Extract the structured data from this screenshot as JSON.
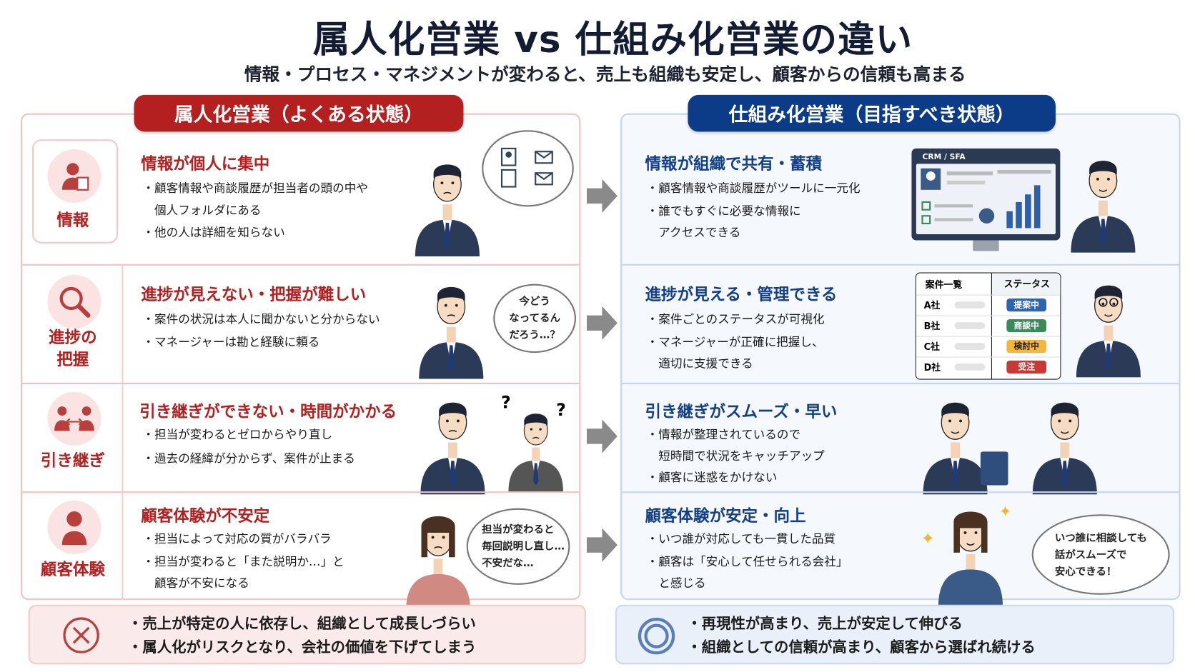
{
  "title": "属人化営業 vs 仕組み化営業の違い",
  "subtitle": "情報・プロセス・マネジメントが変わると、売上も組織も安定し、顧客からの信頼も高まる",
  "left": {
    "header": "属人化営業（よくある状態）",
    "color": "#b3201f",
    "rows": [
      {
        "icon_label": "情報",
        "heading": "情報が個人に集中",
        "bullets": [
          "・顧客情報や商談履歴が担当者の頭の中や",
          "　個人フォルダにある",
          "・他の人は詳細を知らない"
        ]
      },
      {
        "icon_label_1": "進捗の",
        "icon_label_2": "把握",
        "heading": "進捗が見えない・把握が難しい",
        "bullets": [
          "・案件の状況は本人に聞かないと分からない",
          "・マネージャーは勘と経験に頼る"
        ],
        "bubble": [
          "今どう",
          "なってるん",
          "だろう…？"
        ]
      },
      {
        "icon_label": "引き継ぎ",
        "heading": "引き継ぎができない・時間がかかる",
        "bullets": [
          "・担当が変わるとゼロからやり直し",
          "・過去の経緯が分からず、案件が止まる"
        ]
      },
      {
        "icon_label": "顧客体験",
        "heading": "顧客体験が不安定",
        "bullets": [
          "・担当によって対応の質がバラバラ",
          "・担当が変わると「また説明か…」と",
          "　顧客が不安になる"
        ],
        "bubble": [
          "担当が変わると",
          "毎回説明し直し…",
          "不安だな…"
        ]
      }
    ],
    "summary": [
      "・売上が特定の人に依存し、組織として成長しづらい",
      "・属人化がリスクとなり、会社の価値を下げてしまう"
    ]
  },
  "right": {
    "header": "仕組み化営業（目指すべき状態）",
    "color": "#0c3b87",
    "rows": [
      {
        "heading": "情報が組織で共有・蓄積",
        "bullets": [
          "・顧客情報や商談履歴がツールに一元化",
          "・誰でもすぐに必要な情報に",
          "　アクセスできる"
        ],
        "screen_label": "CRM / SFA"
      },
      {
        "heading": "進捗が見える・管理できる",
        "bullets": [
          "・案件ごとのステータスが可視化",
          "・マネージャーが正確に把握し、",
          "　適切に支援できる"
        ],
        "table": {
          "headers": [
            "案件一覧",
            "ステータス"
          ],
          "rows": [
            {
              "company": "A社",
              "status": "提案中",
              "color": "#2f64b0"
            },
            {
              "company": "B社",
              "status": "商談中",
              "color": "#3a8a5a"
            },
            {
              "company": "C社",
              "status": "検討中",
              "color": "#f3b73d"
            },
            {
              "company": "D社",
              "status": "受注",
              "color": "#c93a36"
            }
          ]
        }
      },
      {
        "heading": "引き継ぎがスムーズ・早い",
        "bullets": [
          "・情報が整理されているので",
          "　短時間で状況をキャッチアップ",
          "・顧客に迷惑をかけない"
        ]
      },
      {
        "heading": "顧客体験が安定・向上",
        "bullets": [
          "・いつ誰が対応しても一貫した品質",
          "・顧客は「安心して任せられる会社」",
          "　と感じる"
        ],
        "bubble": [
          "いつ誰に相談しても",
          "話がスムーズで",
          "安心できる！"
        ]
      }
    ],
    "summary": [
      "・再現性が高まり、売上が安定して伸びる",
      "・組織としての信頼が高まり、顧客から選ばれ続ける"
    ]
  }
}
